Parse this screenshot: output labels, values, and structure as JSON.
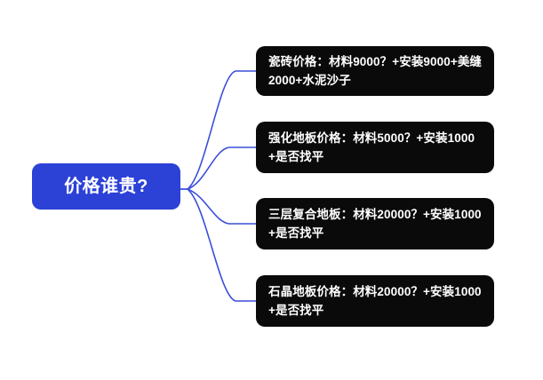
{
  "diagram": {
    "type": "mind-map",
    "background_color": "#ffffff",
    "root": {
      "label": "价格谁贵?",
      "fill_color": "#2c41d6",
      "text_color": "#ffffff"
    },
    "connector": {
      "color": "#3b4fd8",
      "style": "curved",
      "width": 1.6
    },
    "branches": [
      {
        "label": "瓷砖价格：材料9000？+安装9000+美缝2000+水泥沙子",
        "fill_color": "#0a0a0a",
        "text_color": "#ffffff"
      },
      {
        "label": "强化地板价格：材料5000？+安装1000+是否找平",
        "fill_color": "#0a0a0a",
        "text_color": "#ffffff"
      },
      {
        "label": "三层复合地板：材料20000？+安装1000+是否找平",
        "fill_color": "#0a0a0a",
        "text_color": "#ffffff"
      },
      {
        "label": "石晶地板价格：材料20000？+安装1000+是否找平",
        "fill_color": "#0a0a0a",
        "text_color": "#ffffff"
      }
    ]
  }
}
